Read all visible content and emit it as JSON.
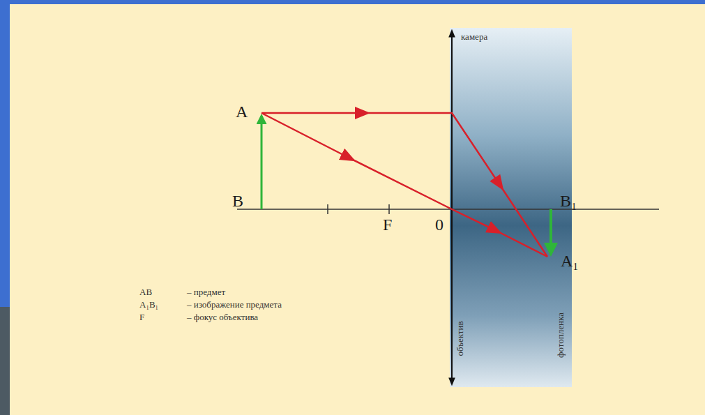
{
  "diagram": {
    "nodes": [
      {
        "text": [
          "камера",
          "объектив",
          "фотопленка"
        ]
      }
    ],
    "labels": [
      "A",
      "B",
      "F",
      "0",
      "B₁",
      "A₁",
      "AB",
      "– предмет",
      "A₁B₁",
      "– изображение предмета",
      "F",
      "– фокус объектива"
    ]
  }
}
